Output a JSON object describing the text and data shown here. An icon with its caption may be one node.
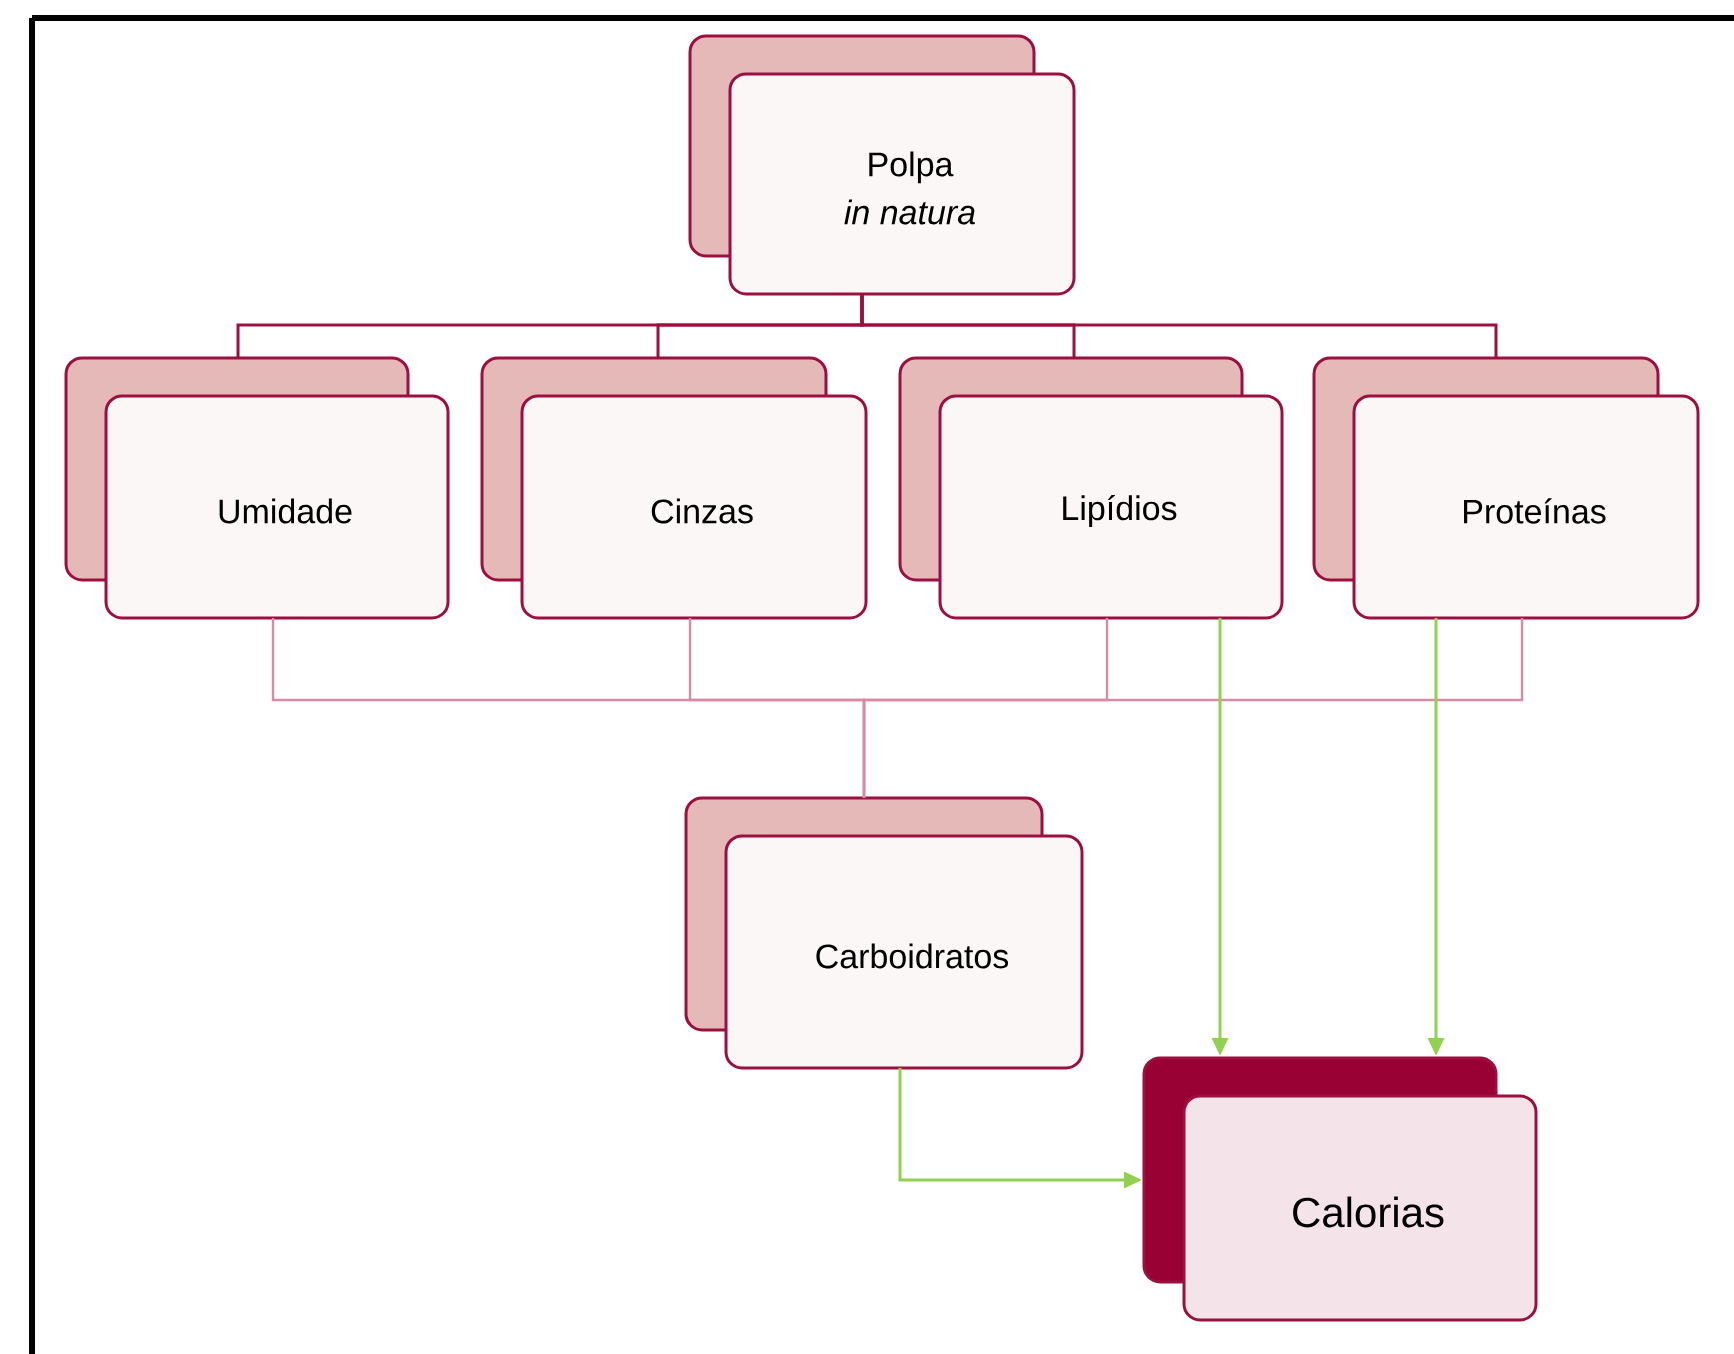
{
  "diagram": {
    "nodes": [
      {
        "text": [
          "Polpa",
          "in natura"
        ]
      },
      {
        "text": [
          "Umidade"
        ]
      },
      {
        "text": [
          "Cinzas"
        ]
      },
      {
        "text": [
          "Lipídios"
        ]
      },
      {
        "text": [
          "Proteínas"
        ]
      },
      {
        "text": [
          "Carboidratos"
        ]
      },
      {
        "text": [
          "Calorias"
        ]
      }
    ],
    "edges": [
      {
        "from": 0,
        "to": 1,
        "arrow": "none"
      },
      {
        "from": 0,
        "to": 2,
        "arrow": "none"
      },
      {
        "from": 0,
        "to": 3,
        "arrow": "none"
      },
      {
        "from": 0,
        "to": 4,
        "arrow": "none"
      },
      {
        "from": 1,
        "to": 5,
        "arrow": "none",
        "color": "#d98aa5"
      },
      {
        "from": 2,
        "to": 5,
        "arrow": "none",
        "color": "#d98aa5"
      },
      {
        "from": 3,
        "to": 5,
        "arrow": "none",
        "color": "#d98aa5"
      },
      {
        "from": 4,
        "to": 5,
        "arrow": "none",
        "color": "#d98aa5"
      },
      {
        "from": 3,
        "to": 6,
        "arrow": "to",
        "color": "#92d050"
      },
      {
        "from": 4,
        "to": 6,
        "arrow": "to",
        "color": "#92d050"
      },
      {
        "from": 5,
        "to": 6,
        "arrow": "to",
        "color": "#92d050"
      }
    ]
  }
}
